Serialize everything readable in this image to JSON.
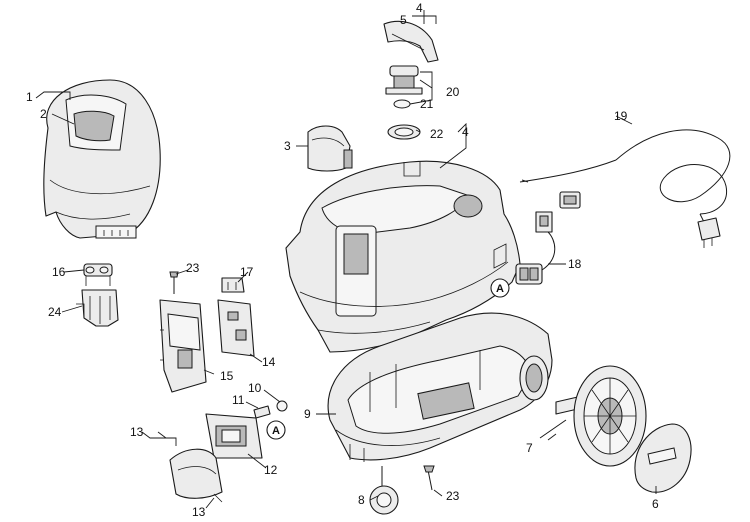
{
  "diagram": {
    "part_numbers": {
      "p1": "1",
      "p2": "2",
      "p3": "3",
      "p4a": "4",
      "p4b": "4",
      "p5": "5",
      "p6": "6",
      "p7": "7",
      "p8": "8",
      "p9": "9",
      "p10": "10",
      "p11": "11",
      "p12": "12",
      "p13a": "13",
      "p13b": "13",
      "p14": "14",
      "p15": "15",
      "p16": "16",
      "p17": "17",
      "p18": "18",
      "p19": "19",
      "p20": "20",
      "p21": "21",
      "p22": "22",
      "p23a": "23",
      "p23b": "23",
      "p24": "24"
    },
    "reference_markers": {
      "a1": "A",
      "a2": "A"
    }
  }
}
